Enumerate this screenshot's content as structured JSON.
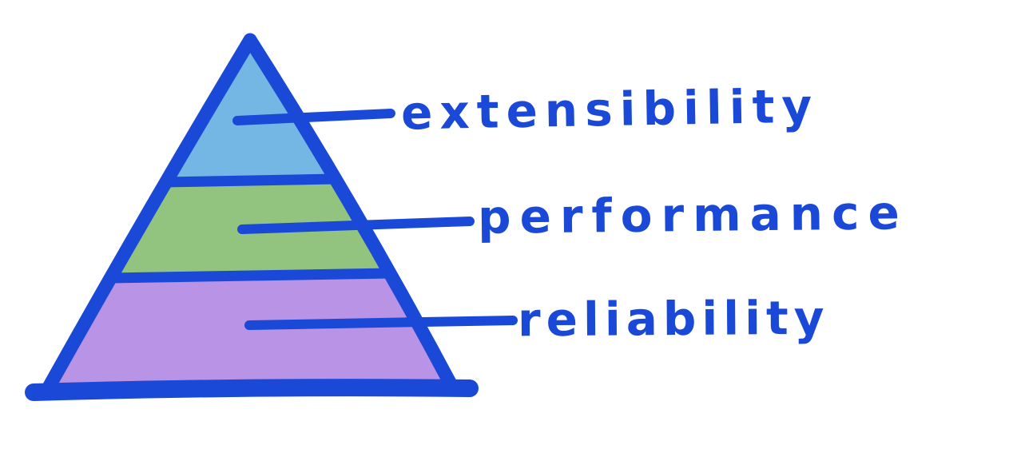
{
  "pyramid": {
    "tiers": [
      {
        "label": "extensibility",
        "fill": "#74b7e4"
      },
      {
        "label": "performance",
        "fill": "#92c37f"
      },
      {
        "label": "reliability",
        "fill": "#b893e6"
      }
    ]
  },
  "colors": {
    "ink": "#1b49d7",
    "background": "#ffffff"
  }
}
